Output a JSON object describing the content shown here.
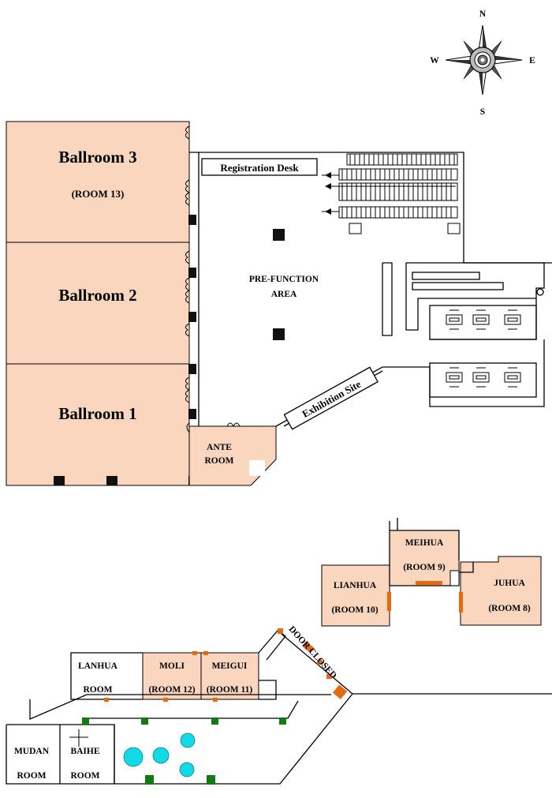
{
  "compass": {
    "north": "N",
    "south": "S",
    "east": "E",
    "west": "W"
  },
  "ballrooms": [
    {
      "name": "Ballroom 3",
      "sub": "(ROOM 13)"
    },
    {
      "name": "Ballroom 2",
      "sub": ""
    },
    {
      "name": "Ballroom 1",
      "sub": ""
    }
  ],
  "ante_room": {
    "line1": "ANTE",
    "line2": "ROOM"
  },
  "registration": "Registration Desk",
  "prefunction": {
    "line1": "PRE-FUNCTION",
    "line2": "AREA"
  },
  "exhibition": "Exhibition Site",
  "meihua": {
    "name": "MEIHUA",
    "room": "(ROOM 9)"
  },
  "lianhua": {
    "name": "LIANHUA",
    "room": "(ROOM 10)"
  },
  "juhua": {
    "name": "JUHUA",
    "room": "(ROOM 8)"
  },
  "door_closed": "DOOR CLOSED",
  "lanhua": {
    "name": "LANHUA",
    "room": "ROOM"
  },
  "moli": {
    "name": "MOLI",
    "room": "(ROOM 12)"
  },
  "meigui": {
    "name": "MEIGUI",
    "room": "(ROOM 11)"
  },
  "mudan": {
    "name": "MUDAN",
    "room": "ROOM"
  },
  "baihe": {
    "name": "BAIHE",
    "room": "ROOM"
  },
  "colors": {
    "room_fill": "#f9d6bd",
    "door": "#e86a10",
    "post": "#137a13",
    "fountain": "#12d9e6"
  }
}
